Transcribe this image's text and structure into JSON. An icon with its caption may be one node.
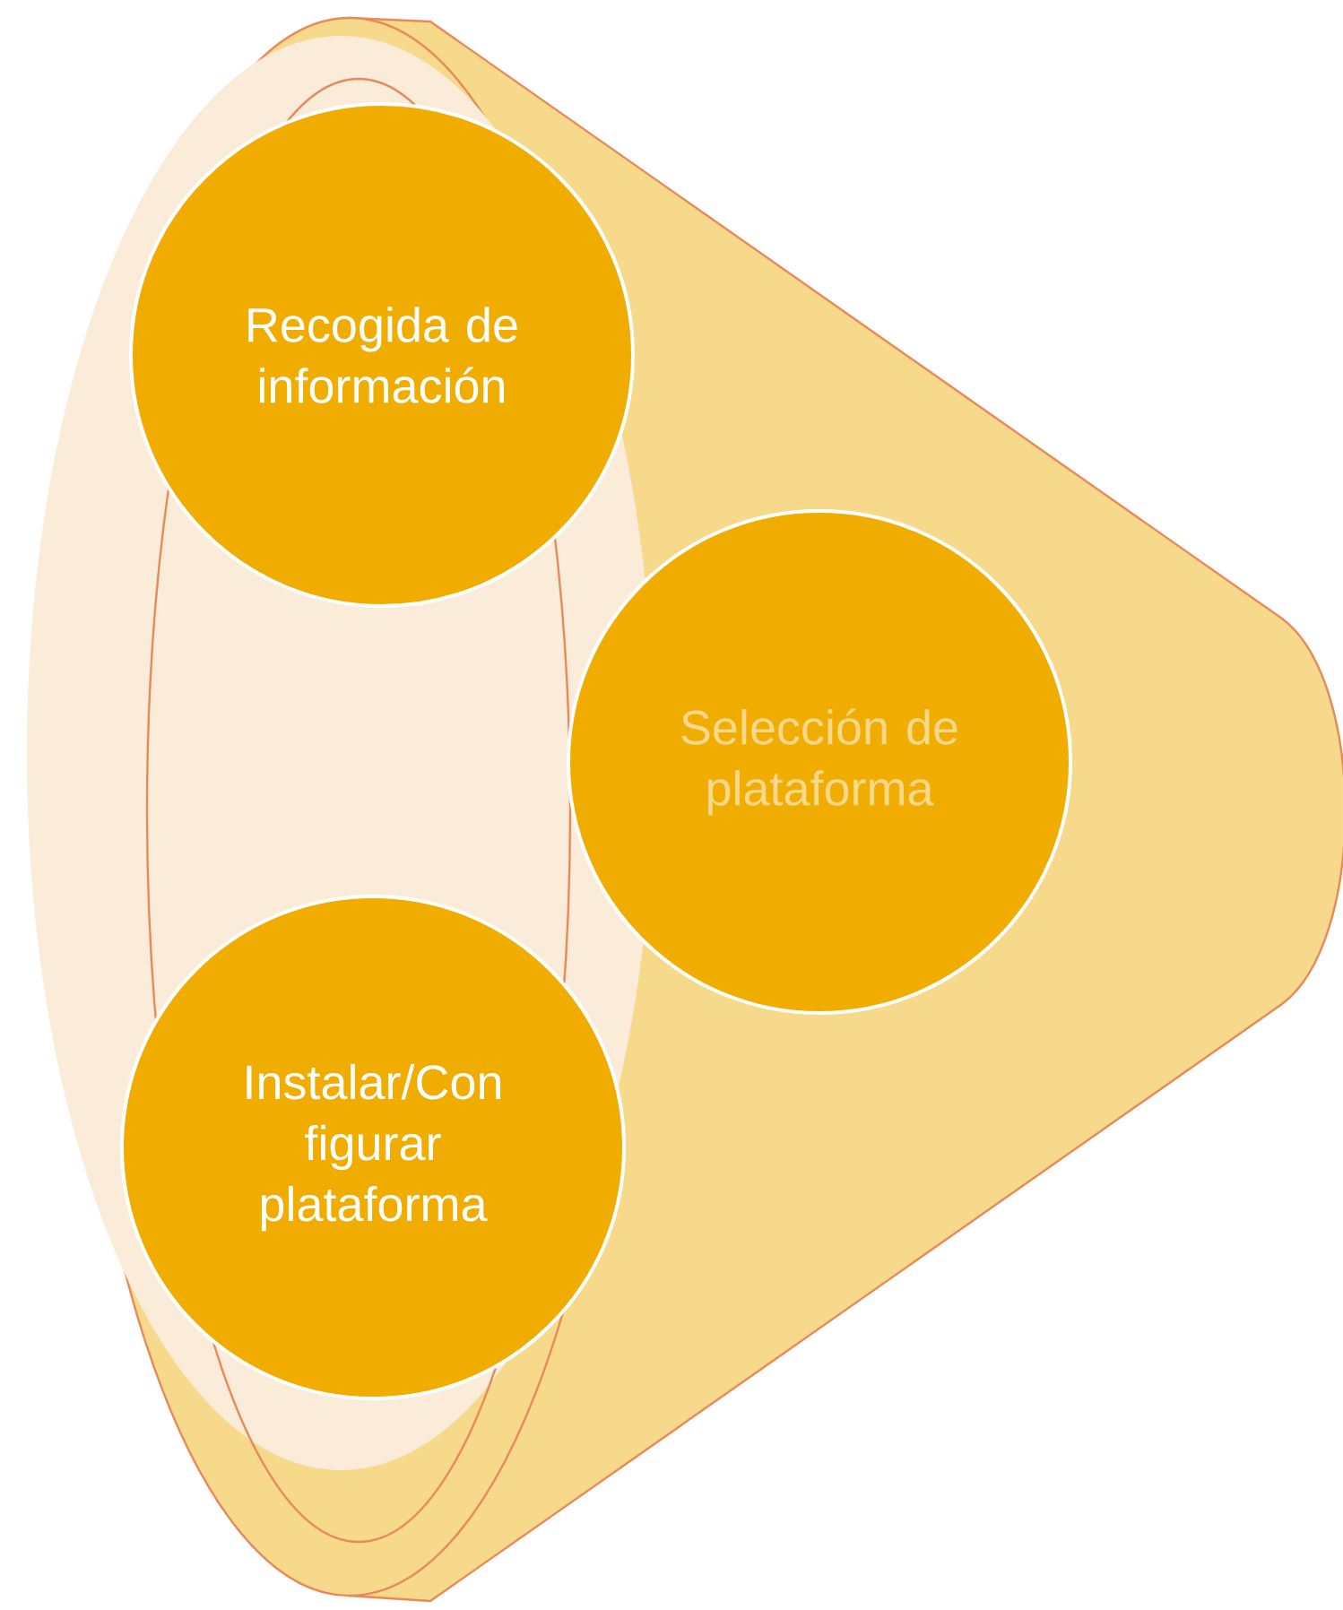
{
  "diagram": {
    "nodes": [
      {
        "text": [
          "Recogida de información"
        ]
      },
      {
        "text": [
          "Selección de plataforma"
        ]
      },
      {
        "text": [
          "Instalar/Con figurar plataforma"
        ]
      }
    ]
  }
}
